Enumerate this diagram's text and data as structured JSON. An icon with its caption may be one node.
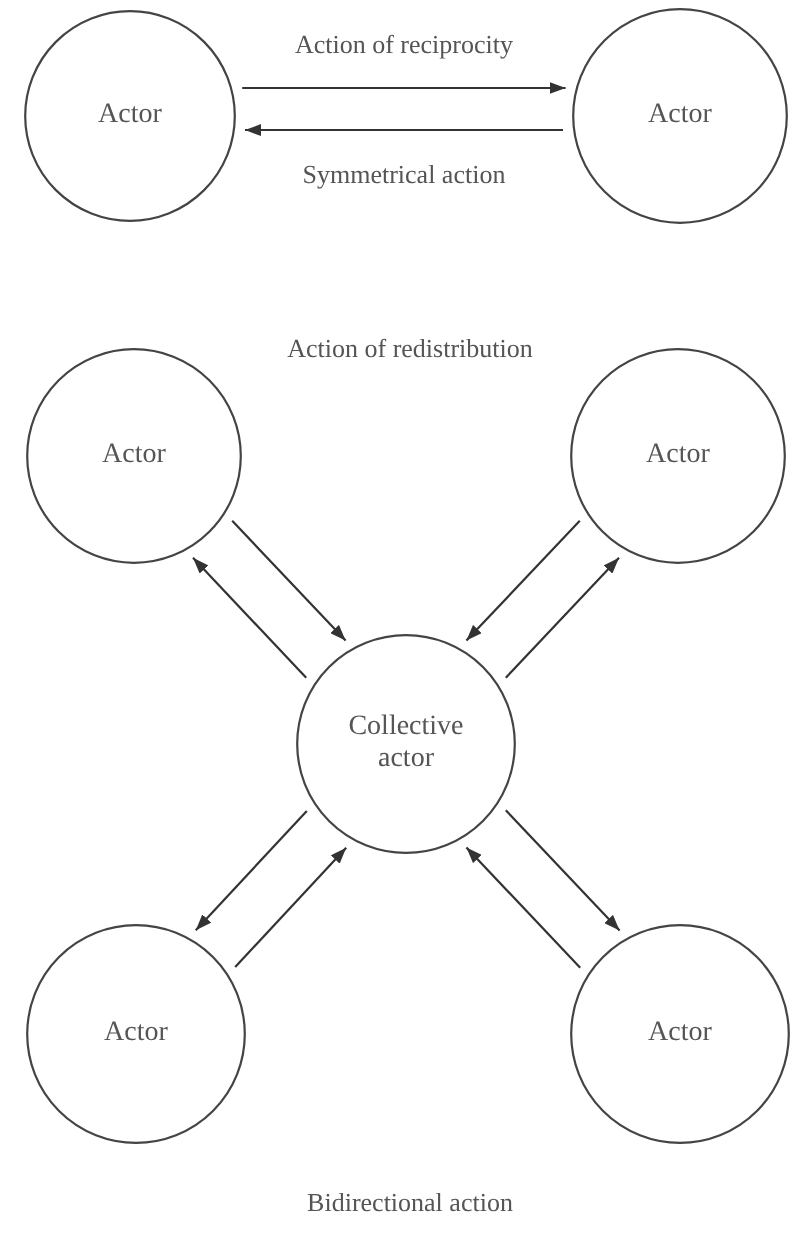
{
  "diagram": {
    "nodes": [
      {
        "text": [
          "Actor"
        ]
      },
      {
        "text": [
          "Actor"
        ]
      },
      {
        "text": [
          "Actor"
        ]
      },
      {
        "text": [
          "Actor"
        ]
      },
      {
        "text": [
          "Collective actor"
        ]
      },
      {
        "text": [
          "Actor"
        ]
      },
      {
        "text": [
          "Actor"
        ]
      }
    ],
    "edges": [
      {
        "from": 0,
        "to": 1,
        "arrow": "to",
        "label": "Action of reciprocity"
      },
      {
        "from": 1,
        "to": 0,
        "arrow": "to",
        "label": "Symmetrical action"
      },
      {
        "from": 2,
        "to": 4,
        "arrow": "to"
      },
      {
        "from": 4,
        "to": 2,
        "arrow": "to"
      },
      {
        "from": 3,
        "to": 4,
        "arrow": "to"
      },
      {
        "from": 4,
        "to": 3,
        "arrow": "to"
      },
      {
        "from": 4,
        "to": 5,
        "arrow": "to"
      },
      {
        "from": 5,
        "to": 4,
        "arrow": "to"
      },
      {
        "from": 4,
        "to": 6,
        "arrow": "to"
      },
      {
        "from": 6,
        "to": 4,
        "arrow": "to"
      }
    ],
    "labels": [
      "Action of redistribution",
      "Bidirectional action"
    ]
  }
}
